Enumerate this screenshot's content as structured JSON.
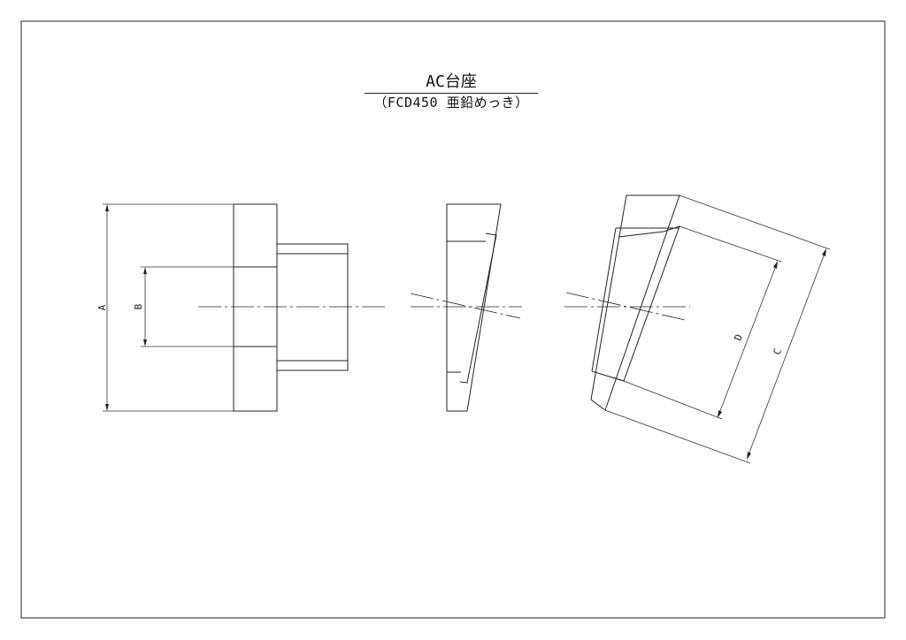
{
  "drawing": {
    "title": "AC台座",
    "subtitle": "（FCD450 亜鉛めっき）",
    "dimensions": {
      "a": "A",
      "b": "B",
      "c": "C",
      "d": "D"
    }
  },
  "colors": {
    "line": "#222222",
    "background": "#ffffff"
  }
}
